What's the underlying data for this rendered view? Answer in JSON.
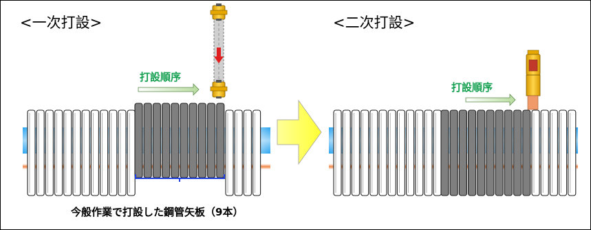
{
  "panel_left": {
    "title": "<一次打設>",
    "sequence_label": "打設順序"
  },
  "panel_right": {
    "title": "<二次打設>",
    "sequence_label": "打設順序"
  },
  "caption": "今般作業で打設した鋼管矢板（9本）",
  "colors": {
    "sequence_text": "#14a050",
    "pile_white": "#ffffff",
    "pile_dark": "#7f7f7f",
    "water_band": "#1e9ff0",
    "ground_line": "#f07830",
    "bracket": "#2040e0",
    "transition_arrow": "#ffff66",
    "hammer": "#f2c01f",
    "red_arrow": "#e02020"
  },
  "icons": {
    "transition": "right-arrow-icon",
    "hammer": "pile-driver-hammer-icon",
    "direction": "sequence-arrow-icon"
  }
}
